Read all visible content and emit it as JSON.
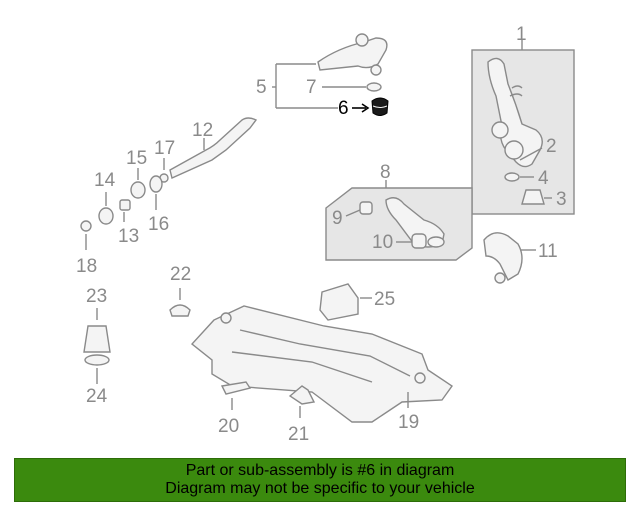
{
  "diagram": {
    "labels": {
      "p1": "1",
      "p2": "2",
      "p3": "3",
      "p4": "4",
      "p5": "5",
      "p6": "6",
      "p7": "7",
      "p8": "8",
      "p9": "9",
      "p10": "10",
      "p11": "11",
      "p12": "12",
      "p13": "13",
      "p14": "14",
      "p15": "15",
      "p16": "16",
      "p17": "17",
      "p18": "18",
      "p19": "19",
      "p20": "20",
      "p21": "21",
      "p22": "22",
      "p23": "23",
      "p24": "24",
      "p25": "25"
    },
    "highlighted_part": "6",
    "colors": {
      "line": "#8a8a8a",
      "highlight": "#000000",
      "footer": "#3b8a0e"
    }
  },
  "footer": {
    "line1": "Part or sub-assembly is #6 in diagram",
    "line2": "Diagram may not be specific to your vehicle"
  }
}
